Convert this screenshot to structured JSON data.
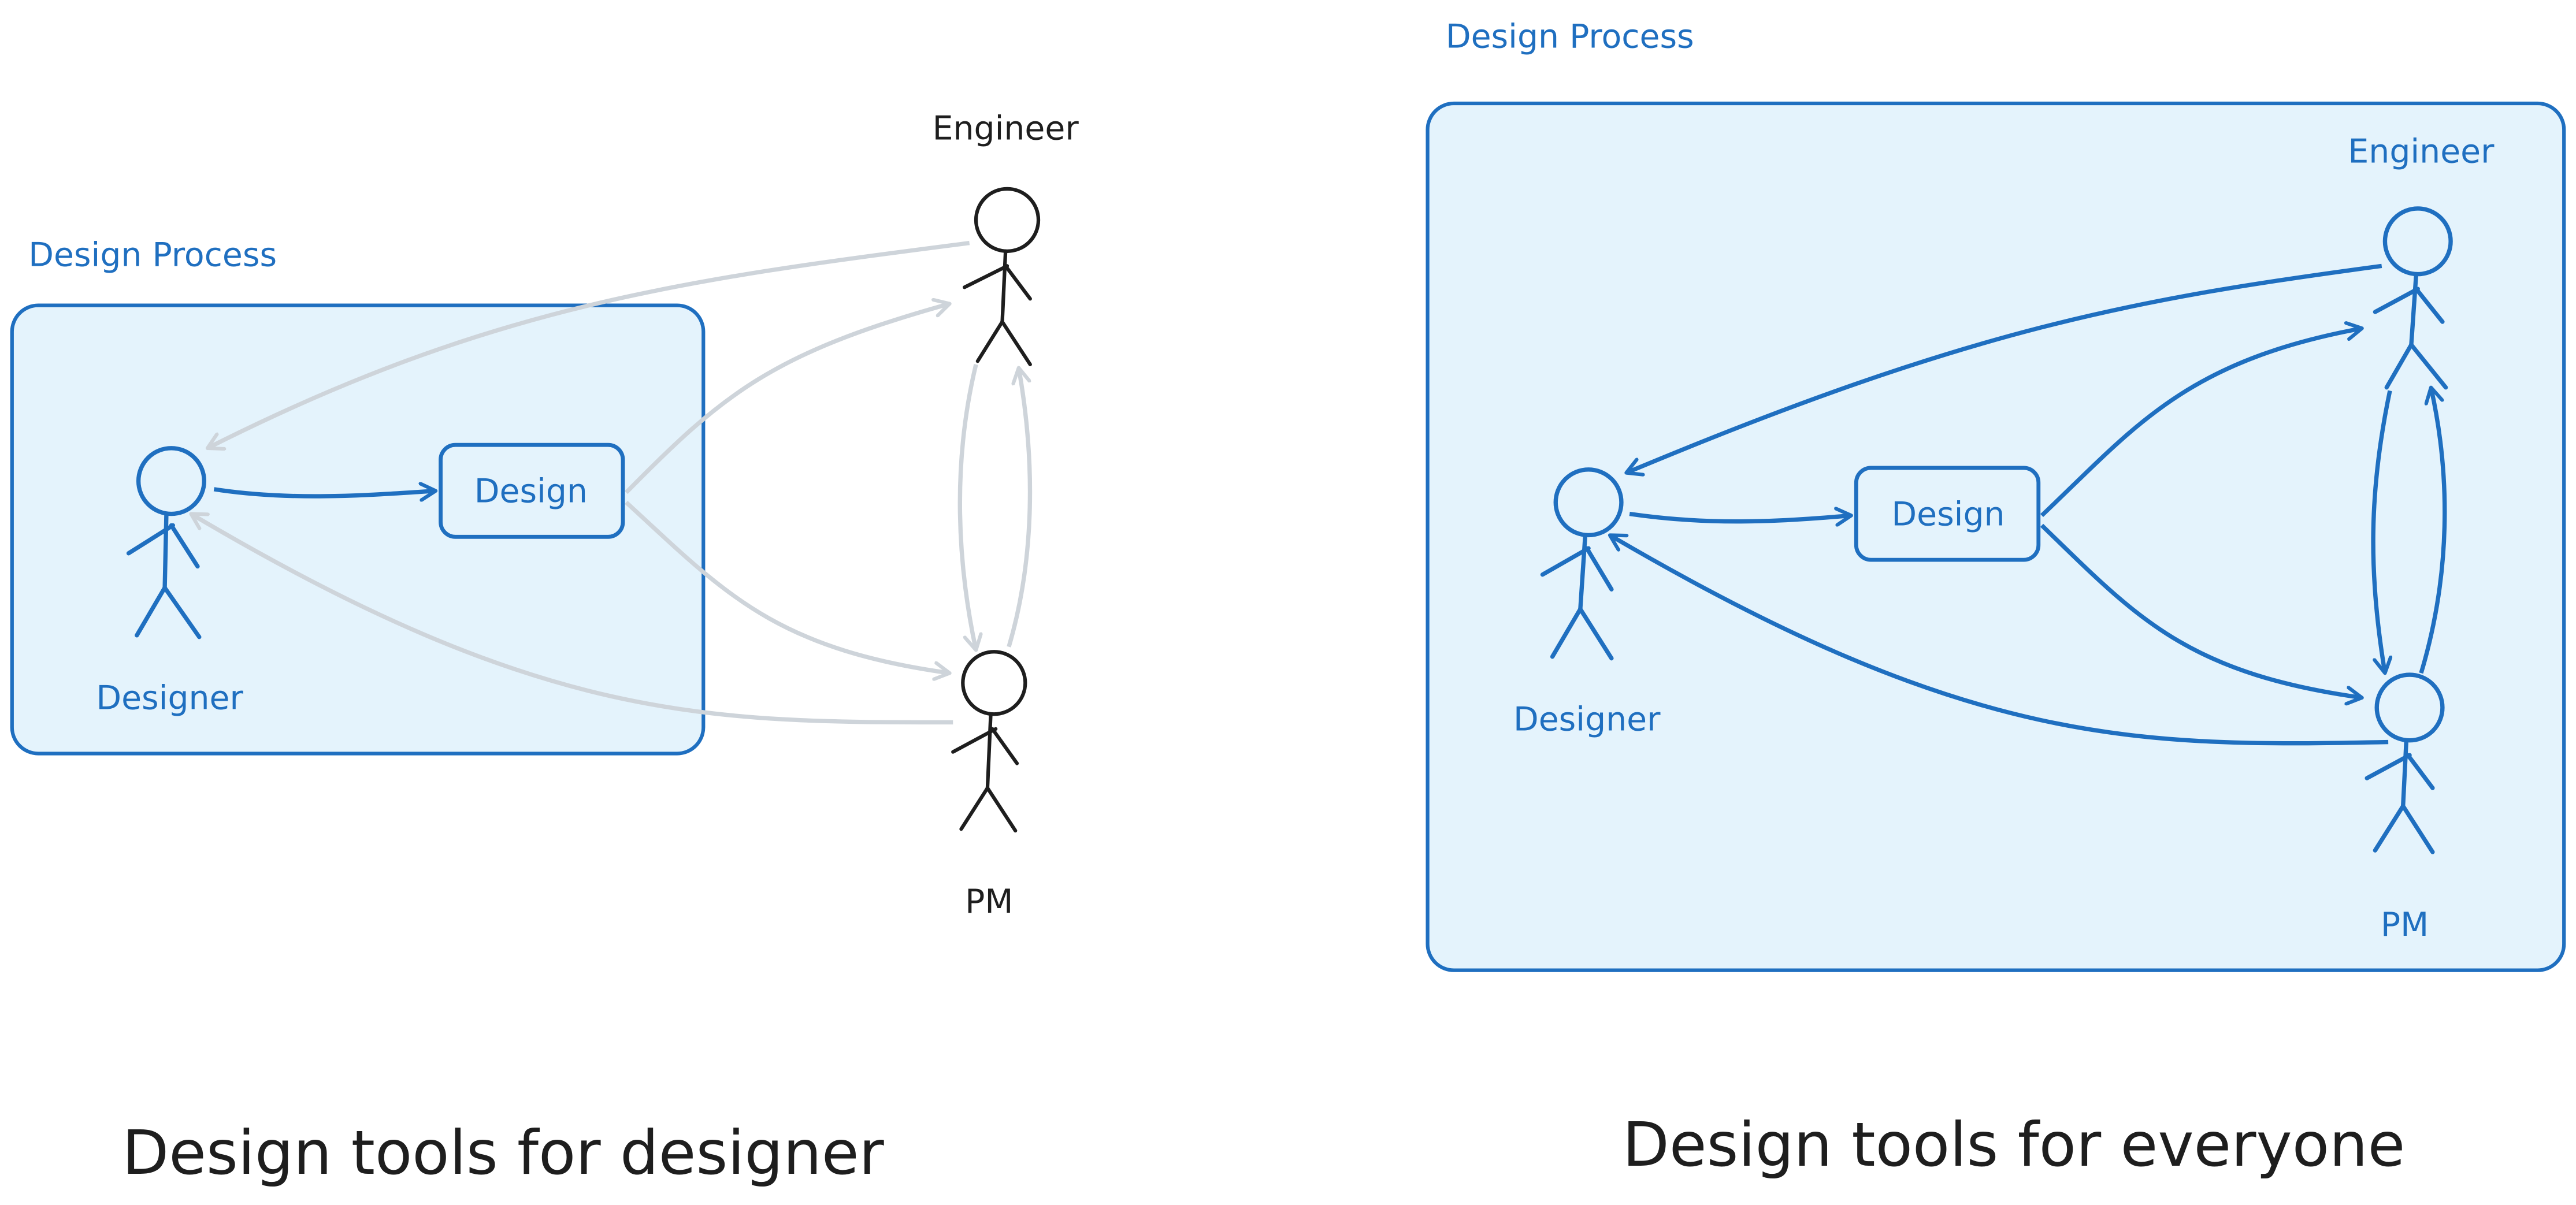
{
  "colors": {
    "accent_blue": "#1f6fc0",
    "box_fill": "#e4f3fc",
    "inactive_gray": "#ced4da",
    "ink_black": "#1e1e1e"
  },
  "left_diagram": {
    "group_label": "Design Process",
    "designer_label": "Designer",
    "design_node_label": "Design",
    "engineer_label": "Engineer",
    "pm_label": "PM",
    "caption": "Design tools for designer"
  },
  "right_diagram": {
    "group_label": "Design Process",
    "designer_label": "Designer",
    "design_node_label": "Design",
    "engineer_label": "Engineer",
    "pm_label": "PM",
    "caption": "Design tools for everyone"
  }
}
